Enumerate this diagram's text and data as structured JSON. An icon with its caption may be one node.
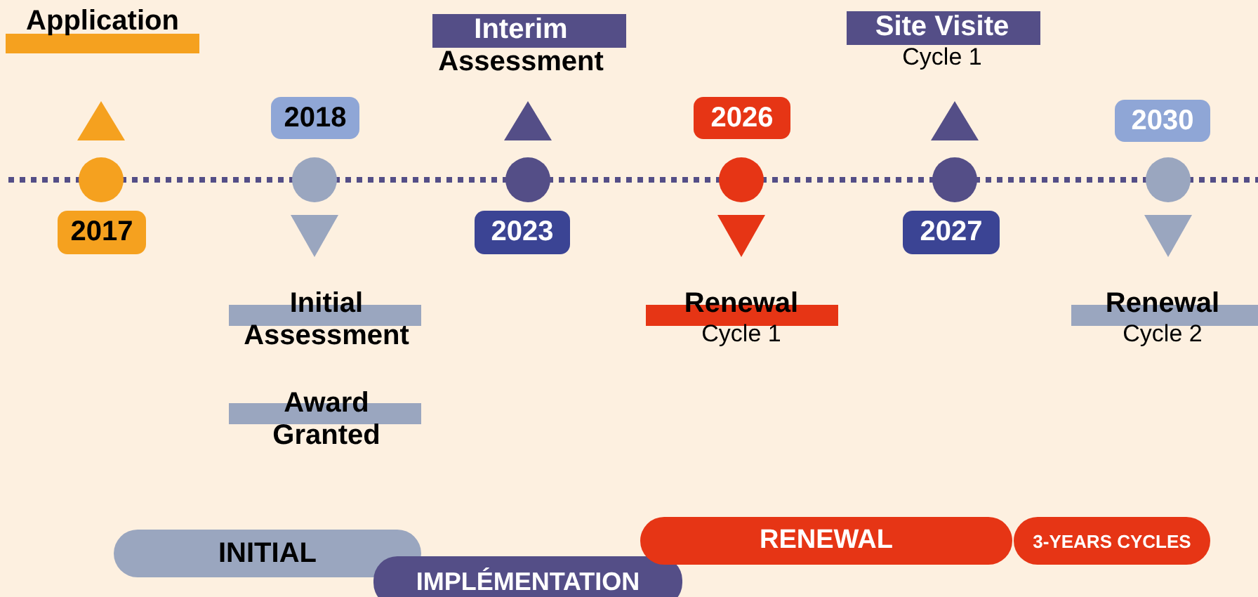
{
  "diagram": {
    "nodes": [
      {
        "text": [
          "Application"
        ]
      },
      {
        "text": [
          "2017"
        ]
      },
      {
        "text": [
          "2018"
        ]
      },
      {
        "text": [
          "Initial Assessment"
        ]
      },
      {
        "text": [
          "Award Granted"
        ]
      },
      {
        "text": [
          "Interim",
          "Assessment"
        ]
      },
      {
        "text": [
          "2023"
        ]
      },
      {
        "text": [
          "2026"
        ]
      },
      {
        "text": [
          "Renewal",
          "Cycle 1"
        ]
      },
      {
        "text": [
          "Site Visite",
          "Cycle 1"
        ]
      },
      {
        "text": [
          "2027"
        ]
      },
      {
        "text": [
          "2030"
        ]
      },
      {
        "text": [
          "Renewal",
          "Cycle 2"
        ]
      },
      {
        "text": [
          "INITIAL"
        ]
      },
      {
        "text": [
          "IMPLÉMENTATION"
        ]
      },
      {
        "text": [
          "RENEWAL"
        ]
      },
      {
        "text": [
          "3-YEARS CYCLES"
        ]
      }
    ]
  }
}
